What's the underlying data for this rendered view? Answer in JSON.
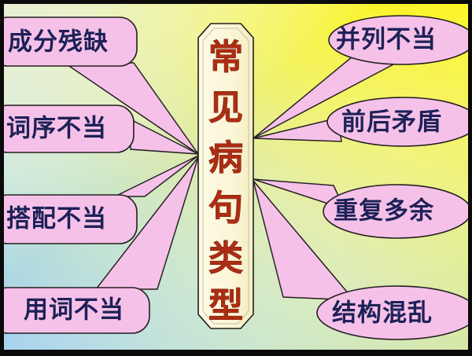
{
  "diagram": {
    "title": "常见病句类型",
    "type": "radial-concept-map",
    "center": {
      "text": "常见病句类型",
      "chars": [
        "常",
        "见",
        "病",
        "句",
        "类",
        "型"
      ],
      "shape": "vertical-octagon-banner",
      "fill": "#fbf6dc",
      "text_color": "#ab2d14",
      "outline_color": "#231f20"
    },
    "branch_style": {
      "left_shape": "rounded-rectangle",
      "right_shape": "ellipse",
      "fill": "#f6c1e8",
      "text_color": "#1d2157",
      "outline_color": "#231f20"
    },
    "branches": [
      {
        "id": "cheng-fen-can-que",
        "label": "成分残缺",
        "side": "left",
        "shape": "rounded-rectangle",
        "order": 1
      },
      {
        "id": "ci-xu-bu-dang",
        "label": "词序不当",
        "side": "left",
        "shape": "rounded-rectangle",
        "order": 2
      },
      {
        "id": "da-pei-bu-dang",
        "label": "搭配不当",
        "side": "left",
        "shape": "rounded-rectangle",
        "order": 3
      },
      {
        "id": "yong-ci-bu-dang",
        "label": "用词不当",
        "side": "left",
        "shape": "rounded-rectangle",
        "order": 4
      },
      {
        "id": "bing-lie-bu-dang",
        "label": "并列不当",
        "side": "right",
        "shape": "ellipse",
        "order": 1
      },
      {
        "id": "qian-hou-mao-dun",
        "label": "前后矛盾",
        "side": "right",
        "shape": "ellipse",
        "order": 2
      },
      {
        "id": "chong-fu-duo-yu",
        "label": "重复多余",
        "side": "right",
        "shape": "ellipse",
        "order": 3
      },
      {
        "id": "jie-gou-hun-luan",
        "label": "结构混乱",
        "side": "right",
        "shape": "ellipse",
        "order": 4
      }
    ],
    "background": {
      "description": "diagonal gradient: yellow top-right to light blue bottom-left",
      "top_right": "#fbf21f",
      "top_left": "#e4eedb",
      "bottom_left": "#a9d3f0",
      "bottom_right": "#d6e8b5",
      "border_color": "#0a0a0a"
    }
  }
}
